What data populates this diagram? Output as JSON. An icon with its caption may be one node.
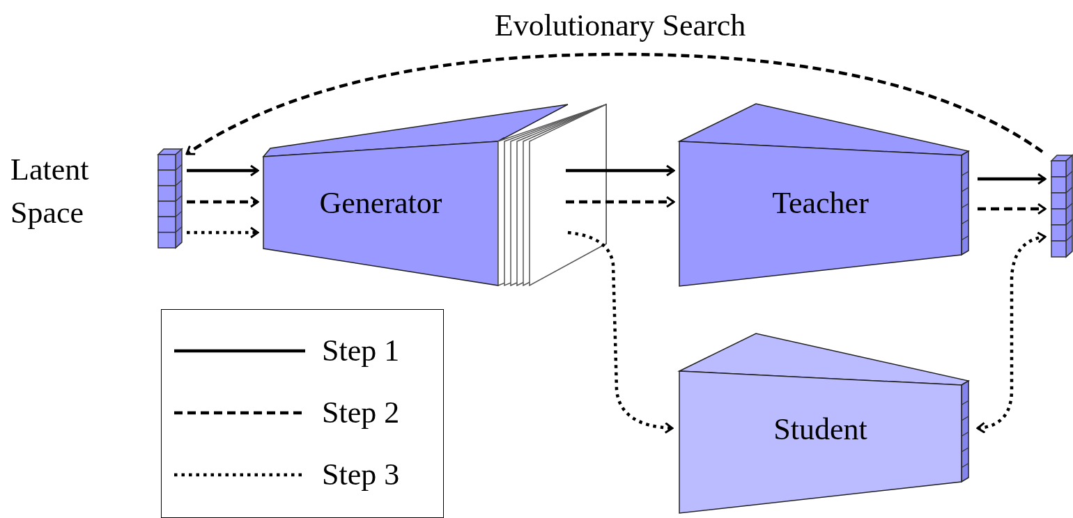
{
  "diagram": {
    "nodes": [
      {
        "text": [],
        "shape": "bar",
        "beside": [
          "Latent Space"
        ]
      },
      {
        "text": [
          "Generator"
        ]
      },
      {
        "text": [],
        "shape": "box"
      },
      {
        "text": [
          "Teacher"
        ]
      },
      {
        "text": [
          "Student"
        ]
      },
      {
        "text": [],
        "shape": "bar"
      }
    ],
    "edges": [
      {
        "from": 0,
        "to": 1,
        "arrow": "to"
      },
      {
        "from": 0,
        "to": 1,
        "arrow": "to",
        "style": "dashed"
      },
      {
        "from": 0,
        "to": 1,
        "arrow": "to",
        "style": "dashed"
      },
      {
        "from": 2,
        "to": 3,
        "arrow": "to"
      },
      {
        "from": 2,
        "to": 3,
        "arrow": "to",
        "style": "dashed"
      },
      {
        "from": 2,
        "to": 4,
        "arrow": "to",
        "style": "dashed"
      },
      {
        "from": 3,
        "to": 5,
        "arrow": "to"
      },
      {
        "from": 3,
        "to": 5,
        "arrow": "to",
        "style": "dashed"
      },
      {
        "from": 4,
        "to": 5,
        "arrow": "both",
        "style": "dashed"
      },
      {
        "from": 5,
        "to": 0,
        "arrow": "to",
        "style": "dashed",
        "label": "Evolutionary Search"
      }
    ],
    "legend": [
      {
        "text": "Step 1"
      },
      {
        "text": "Step 2"
      },
      {
        "text": "Step 3"
      }
    ]
  }
}
